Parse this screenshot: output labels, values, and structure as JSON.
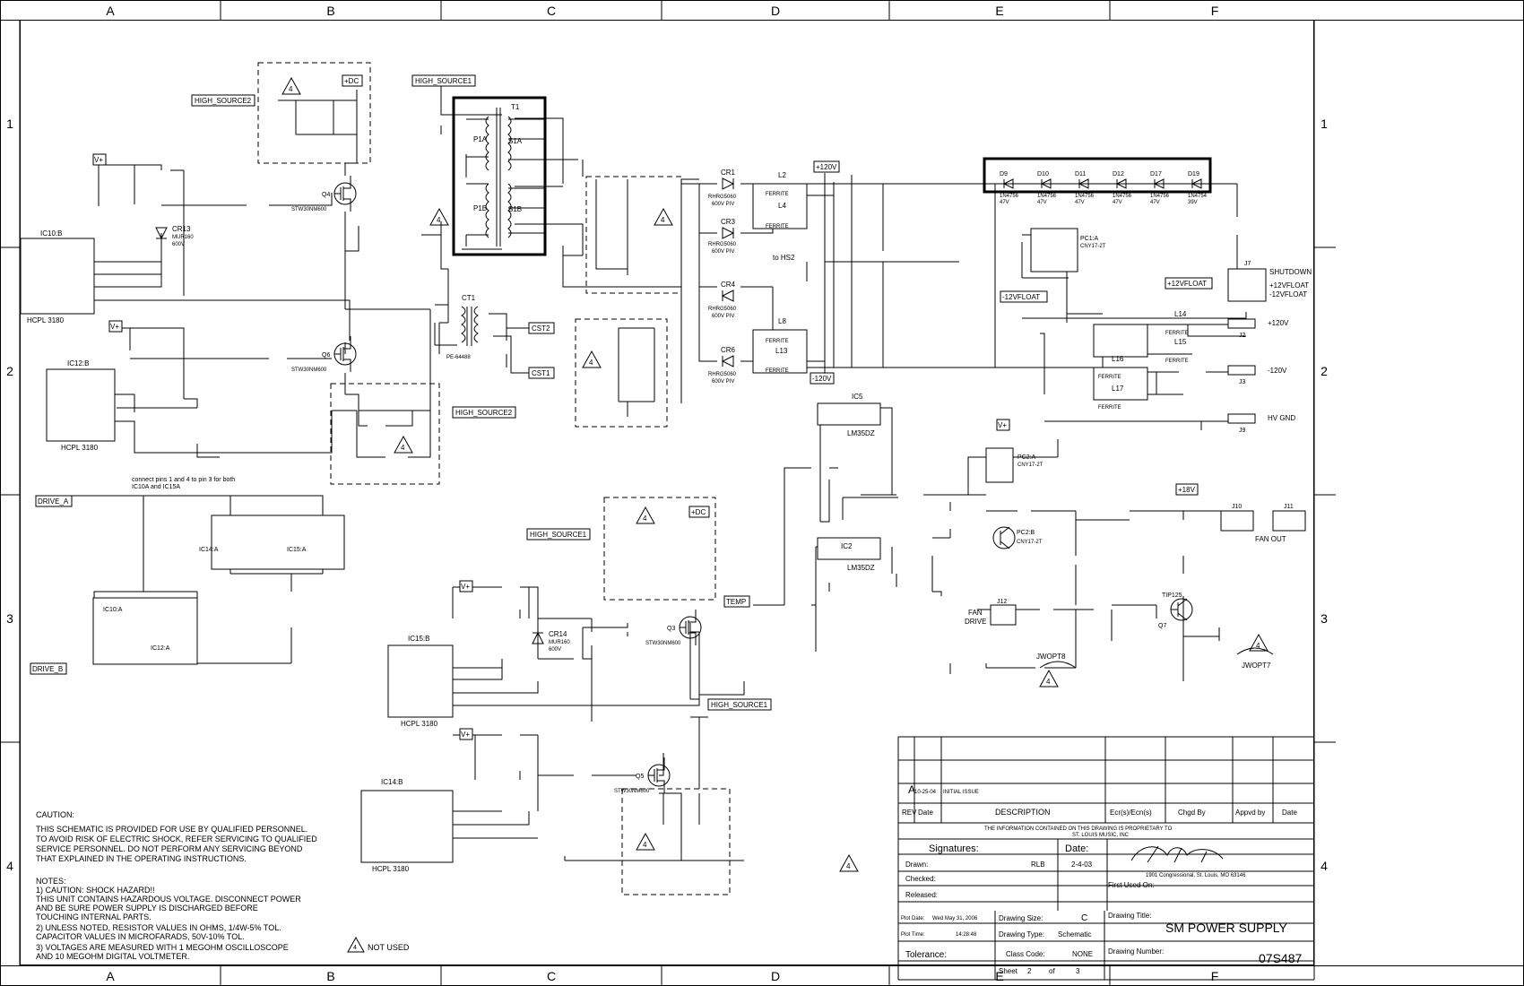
{
  "grid": {
    "cols": [
      "A",
      "B",
      "C",
      "D",
      "E",
      "F"
    ],
    "rows": [
      "1",
      "2",
      "3",
      "4"
    ]
  },
  "nets": {
    "high_source1": "HIGH_SOURCE1",
    "high_source2": "HIGH_SOURCE2",
    "plus_dc": "+DC",
    "v_plus": "V+",
    "drive_a": "DRIVE_A",
    "drive_b": "DRIVE_B",
    "cst1": "CST1",
    "cst2": "CST2",
    "temp": "TEMP",
    "plus120": "+120V",
    "minus120": "-120V",
    "plus18": "+18V",
    "plus12float": "+12VFLOAT",
    "minus12float": "-12VFLOAT",
    "to_hs2": "to HS2"
  },
  "components": {
    "t1": "T1",
    "p1a": "P1A",
    "p1b": "P1B",
    "s1a": "S1A",
    "s1b": "S1B",
    "ct1": "CT1",
    "ct1_part": "PE-64488",
    "ic10b": "IC10:B",
    "ic12b": "IC12:B",
    "ic15b": "IC15:B",
    "ic14b": "IC14:B",
    "hcpl": "HCPL 3180",
    "ic10a": "IC10:A",
    "ic12a": "IC12:A",
    "ic14a": "IC14:A",
    "ic15a": "IC15:A",
    "ic5": "IC5",
    "ic2": "IC2",
    "lm35dz": "LM35DZ",
    "q3": "Q3",
    "q4": "Q4",
    "q5": "Q5",
    "q6": "Q6",
    "q7": "Q7",
    "mosfet": "STW30NM600",
    "tip125": "TIP125",
    "pc1a": "PC1:A",
    "pc2a": "PC2:A",
    "pc2b": "PC2:B",
    "cny": "CNY17-2T",
    "cr1": "CR1",
    "cr3": "CR3",
    "cr4": "CR4",
    "cr6": "CR6",
    "rhrg": "RHRG5060",
    "piv600": "600V PIV",
    "cr13": "CR13",
    "cr14": "CR14",
    "mur160": "MUR160",
    "v600": "600V",
    "l2": "L2",
    "l4": "L4",
    "l8": "L8",
    "l13": "L13",
    "l14": "L14",
    "l15": "L15",
    "l16": "L16",
    "l17": "L17",
    "ferrite": "FERRITE",
    "j2": "J2",
    "j3": "J3",
    "j7": "J7",
    "j9": "J9",
    "j10": "J10",
    "j11": "J11",
    "j12": "J12",
    "shutdown": "SHUTDOWN",
    "fan_out": "FAN OUT",
    "fan": "FAN",
    "drive": "DRIVE",
    "hv_gnd": "HV GND",
    "jwopt8": "JWOPT8",
    "jwopt7": "JWOPT7",
    "note_connect": "connect pins 1 and 4 to pin 3 for both",
    "note_connect2": "IC10A and IC15A",
    "not_used": "NOT USED",
    "delta": "4"
  },
  "zener_diodes": [
    {
      "ref": "D9",
      "part": "1N4756",
      "volt": "47V"
    },
    {
      "ref": "D10",
      "part": "1N4756",
      "volt": "47V"
    },
    {
      "ref": "D11",
      "part": "1N4756",
      "volt": "47V"
    },
    {
      "ref": "D12",
      "part": "1N4756",
      "volt": "47V"
    },
    {
      "ref": "D17",
      "part": "1N4756",
      "volt": "47V"
    },
    {
      "ref": "D19",
      "part": "1N4754",
      "volt": "39V"
    }
  ],
  "caution": {
    "title": "CAUTION:",
    "lines": [
      "THIS SCHEMATIC IS PROVIDED FOR USE BY QUALIFIED PERSONNEL.",
      "TO AVOID RISK OF ELECTRIC SHOCK, REFER SERVICING TO QUALIFIED",
      "SERVICE PERSONNEL.  DO NOT PERFORM ANY SERVICING BEYOND",
      "THAT EXPLAINED IN THE OPERATING INSTRUCTIONS."
    ]
  },
  "notes": {
    "title": "NOTES:",
    "lines": [
      "1) CAUTION: SHOCK HAZARD!!",
      "    THIS UNIT CONTAINS HAZARDOUS VOLTAGE.  DISCONNECT POWER",
      "    AND BE SURE POWER SUPPLY IS DISCHARGED BEFORE",
      "    TOUCHING INTERNAL PARTS.",
      "2) UNLESS NOTED, RESISTOR VALUES IN OHMS, 1/4W-5% TOL.",
      "    CAPACITOR VALUES IN MICROFARADS, 50V-10% TOL.",
      "3) VOLTAGES ARE MEASURED WITH 1 MEGOHM OSCILLOSCOPE",
      "    AND 10 MEGOHM DIGITAL VOLTMETER."
    ]
  },
  "title_block": {
    "rev": "A",
    "rev_date": "10-25-04",
    "rev_desc": "INITIAL ISSUE",
    "h_rev": "REV",
    "h_date": "Date",
    "h_desc": "DESCRIPTION",
    "h_ecr": "Ecr(s)/Ecn(s)",
    "h_chgd": "Chgd By",
    "h_appvd": "Appvd by",
    "h_date2": "Date",
    "proprietary1": "THE INFORMATION CONTAINED ON THIS DRAWING IS PROPRIETARY TO",
    "proprietary2": "ST. LOUIS MUSIC, INC",
    "signatures": "Signatures:",
    "date_label": "Date:",
    "drawn": "Drawn:",
    "drawn_by": "RLB",
    "drawn_date": "2-4-03",
    "checked": "Checked:",
    "released": "Released:",
    "address": "1901 Congressional, St. Louis, MO 63146",
    "first_used": "First Used On:",
    "plot_date_label": "Plot Date:",
    "plot_date": "Wed May 31, 2006",
    "plot_time_label": "Plot Time:",
    "plot_time": "14:28:48",
    "tolerance": "Tolerance:",
    "drawing_size_label": "Drawing Size:",
    "drawing_size": "C",
    "drawing_type_label": "Drawing Type:",
    "drawing_type": "Schematic",
    "class_code_label": "Class Code:",
    "class_code": "NONE",
    "sheet_label": "Sheet",
    "sheet": "2",
    "of": "of",
    "sheets": "3",
    "drawing_title_label": "Drawing Title:",
    "drawing_title": "SM POWER SUPPLY",
    "drawing_number_label": "Drawing Number:",
    "drawing_number": "07S487"
  }
}
